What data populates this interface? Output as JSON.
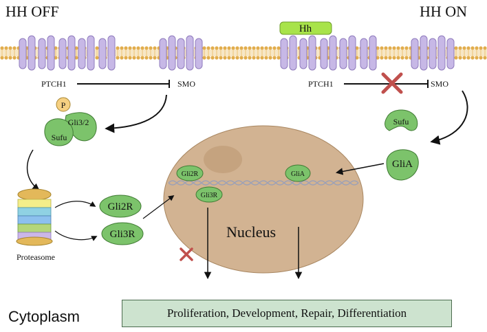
{
  "titles": {
    "off": "HH OFF",
    "on": "HH ON"
  },
  "ligand": "Hh",
  "receptors": {
    "ptch_left": "PTCH1",
    "smo_left": "SMO",
    "ptch_right": "PTCH1",
    "smo_right": "SMO"
  },
  "off_pathway": {
    "phospho": "P",
    "gli32": "Gli3/2",
    "sufu": "Sufu",
    "proteasome": "Proteasome",
    "gli2r": "Gli2R",
    "gli3r": "Gli3R"
  },
  "on_pathway": {
    "sufu": "Sufu",
    "glia": "GliA"
  },
  "nucleus": {
    "label": "Nucleus",
    "gli2r": "Gli2R",
    "gli3r": "Gli3R",
    "glia": "GliA"
  },
  "outcome": "Proliferation, Development, Repair, Differentiation",
  "cytoplasm": "Cytoplasm",
  "colors": {
    "membrane": "#d9a441",
    "receptor": "#b7a6d8",
    "protein": "#7cc36b",
    "nucleus": "#d2b392",
    "ligand": "#a8e34a",
    "inhibit_x": "#c0504d",
    "outcome_bg": "#cde3cf"
  }
}
